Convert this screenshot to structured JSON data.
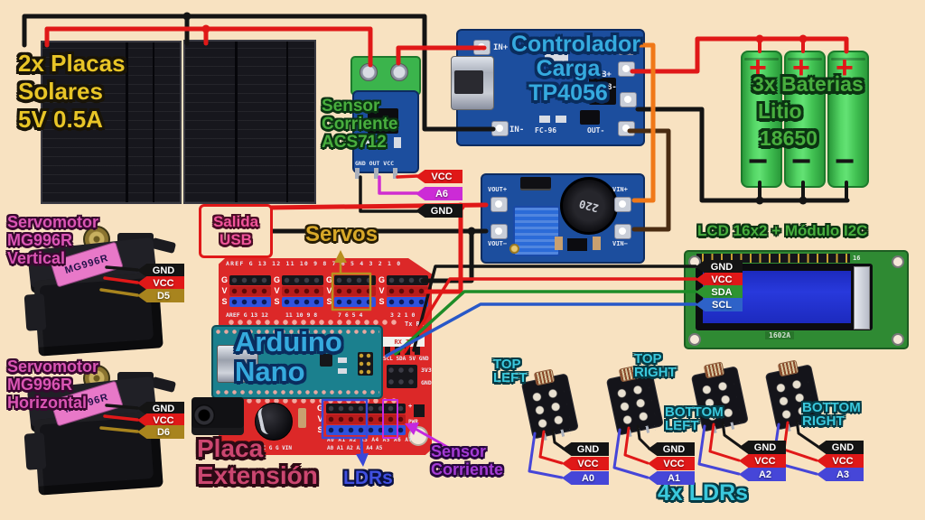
{
  "colors": {
    "background": "#F8E2C1",
    "wire_red": "#E01818",
    "wire_black": "#141414",
    "wire_orange": "#F07818",
    "wire_magenta": "#D02ED0",
    "wire_green": "#1E8C28",
    "wire_blue": "#2858C8",
    "wire_violet": "#4646D8",
    "pcb_blue": "#1C4E9E",
    "shield_red": "#DC2828",
    "battery_green": "#46C455",
    "lcd_screen_blue": "#2433CC"
  },
  "solar": {
    "lines": [
      "2x Placas",
      "Solares",
      "5V 0.5A"
    ]
  },
  "acs712": {
    "lines": [
      "Sensor",
      "Corriente",
      "ACS712"
    ],
    "pins_silk": "GND OUT VCC",
    "tags": [
      "VCC",
      "A6",
      "GND"
    ]
  },
  "tp4056": {
    "lines": [
      "Controlador",
      "Carga",
      "TP4056"
    ],
    "in_plus": "IN+",
    "in_minus": "IN-",
    "b_plus": "B+",
    "b_minus": "B-",
    "out_minus": "OUT-",
    "board_silk": "FC-96"
  },
  "batteries": {
    "lines": [
      "3x Baterias",
      "Litio",
      "18650"
    ],
    "plus": "+",
    "minus": "−"
  },
  "mt3608": {
    "vout_plus": "VOUT+",
    "vin_plus": "VIN+",
    "vout_minus": "VOUT−",
    "vin_minus": "VIN−",
    "inductor": "220"
  },
  "salida_usb": {
    "lines": [
      "Salida",
      "USB"
    ]
  },
  "servos_label": "Servos",
  "arduino": {
    "lines": [
      "Arduino",
      "Nano"
    ]
  },
  "shield": {
    "top_silk": "AREF G 13 12 11 10 9 8 7 6 5 4 3 2 1 0",
    "group_silk": [
      "AREF G 13 12",
      "11 10 9 8",
      "7 6 5 4",
      "3 2 1 0"
    ],
    "tx_rx": "Tx Rx",
    "gvs": [
      "G",
      "V",
      "S"
    ],
    "rx_tx_silk": "RX TX",
    "i2c_silk": "SCL SDA 5V GND",
    "v33_silk": "3V3",
    "gnd_silk": "GND",
    "analog_silk": "A0 A1 A2 A3 A4 A5 A6 A7",
    "bottom_silk_left": "RST MC VCC G G VIN",
    "bottom_silk_right": "A0 A1 A2 A3 A4 A5",
    "pwr_silk": "PWR",
    "plus_silk": "+"
  },
  "placa": {
    "lines": [
      "Placa",
      "Extensión"
    ]
  },
  "pointers": {
    "ldrs": "LDRs",
    "sensor_corriente_lines": [
      "Sensor",
      "Corriente"
    ]
  },
  "lcd": {
    "title": "LCD 16x2  +  Módulo I2C",
    "tags": [
      "GND",
      "VCC",
      "SDA",
      "SCL"
    ],
    "board_silk": "1602A",
    "pin_16": "16"
  },
  "servo_vertical": {
    "lines": [
      "Servomotor",
      "MG996R",
      "Vertical"
    ],
    "sticker": "MG996R",
    "tags": [
      "GND",
      "VCC",
      "D5"
    ]
  },
  "servo_horizontal": {
    "lines": [
      "Servomotor",
      "MG996R",
      "Horizontal"
    ],
    "sticker": "MG996R",
    "tags": [
      "GND",
      "VCC",
      "D6"
    ]
  },
  "ldrs": {
    "count_label": "4x LDRs",
    "items": [
      {
        "lines": [
          "TOP",
          "LEFT"
        ],
        "tags": [
          "GND",
          "VCC",
          "A0"
        ]
      },
      {
        "lines": [
          "TOP",
          "RIGHT"
        ],
        "tags": [
          "GND",
          "VCC",
          "A1"
        ]
      },
      {
        "lines": [
          "BOTTOM",
          "LEFT"
        ],
        "tags": [
          "GND",
          "VCC",
          "A2"
        ]
      },
      {
        "lines": [
          "BOTTOM",
          "RIGHT"
        ],
        "tags": [
          "GND",
          "VCC",
          "A3"
        ]
      }
    ]
  }
}
